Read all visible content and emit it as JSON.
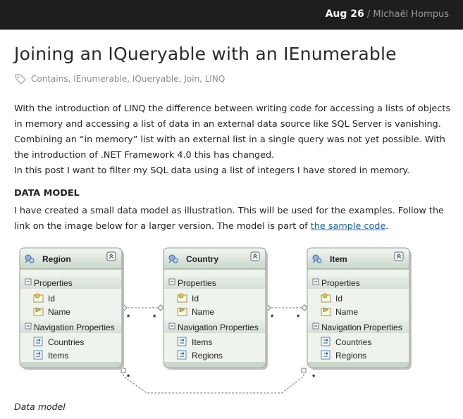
{
  "header": {
    "date": "Aug 26",
    "separator": " / ",
    "author": "Michaël Hompus"
  },
  "post": {
    "title": "Joining an IQueryable with an IEnumerable",
    "tags": [
      "Contains",
      "IEnumerable",
      "IQueryable",
      "Join",
      "LINQ"
    ],
    "paragraph1": "With the introduction of LINQ the difference between writing code for accessing a lists of objects in memory and accessing a list of data in an external data source like SQL Server is vanishing. Combining an “in memory” list with an external list in a single query was not yet possible. With the introduction of .NET Framework 4.0 this has changed.",
    "paragraph2": "In this post I want to filter my SQL data using a list of integers I have stored in memory.",
    "section_heading": "DATA MODEL",
    "paragraph3_text": "I have created a small data model as illustration. This will be used for the examples. Follow the link on the image below for a larger version. The model is part of ",
    "paragraph3_link": "the sample code",
    "paragraph3_end": ".",
    "caption": "Data model"
  },
  "diagram": {
    "properties_label": "Properties",
    "navigation_label": "Navigation Properties",
    "multiplicity": "*",
    "entities": [
      {
        "name": "Region",
        "properties": [
          "Id",
          "Name"
        ],
        "navigation": [
          "Countries",
          "Items"
        ]
      },
      {
        "name": "Country",
        "properties": [
          "Id",
          "Name"
        ],
        "navigation": [
          "Items",
          "Regions"
        ]
      },
      {
        "name": "Item",
        "properties": [
          "Id",
          "Name"
        ],
        "navigation": [
          "Countries",
          "Regions"
        ]
      }
    ]
  },
  "colors": {
    "topbar": "#1e1e1e",
    "link": "#1a5fa8",
    "entity_header": "#cdd9cd",
    "entity_body": "#eef3ee"
  },
  "icons": {
    "tag": "tag-icon",
    "entity": "entity-icon",
    "collapse": "collapse-icon",
    "key_property": "key-property-icon",
    "property": "property-icon",
    "navigation_property": "navigation-property-icon"
  }
}
